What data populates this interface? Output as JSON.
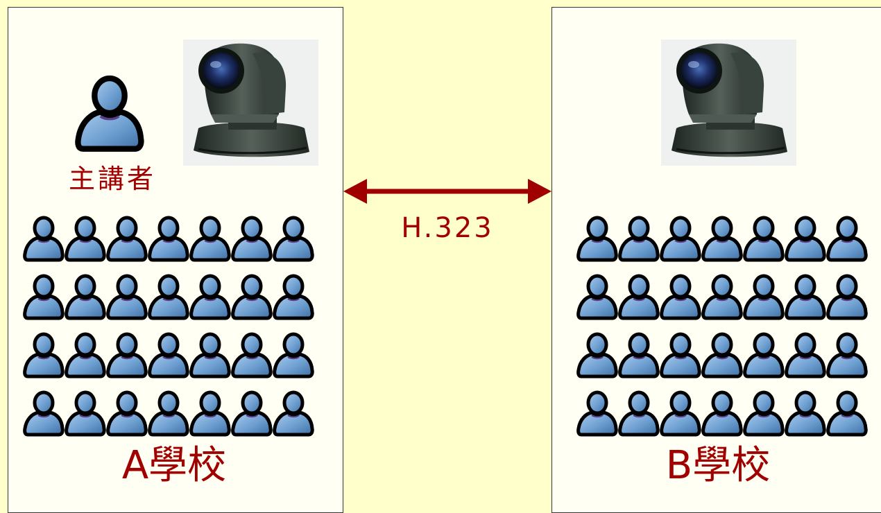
{
  "diagram": {
    "link": {
      "label": "H.323",
      "color": "#A00000"
    },
    "schools": [
      {
        "id": "a",
        "label": "A學校",
        "presenter_label": "主講者",
        "audience_rows": 4,
        "audience_cols": 7
      },
      {
        "id": "b",
        "label": "B學校",
        "audience_rows": 4,
        "audience_cols": 7
      }
    ]
  },
  "icons": {
    "person": "user-icon",
    "camera": "ptz-camera-icon",
    "arrow": "double-arrow-icon"
  },
  "colors": {
    "background": "#FFFFCC",
    "panel": "#FFFFF4",
    "text_accent": "#A00000",
    "person_fill": "#5F93C9"
  }
}
